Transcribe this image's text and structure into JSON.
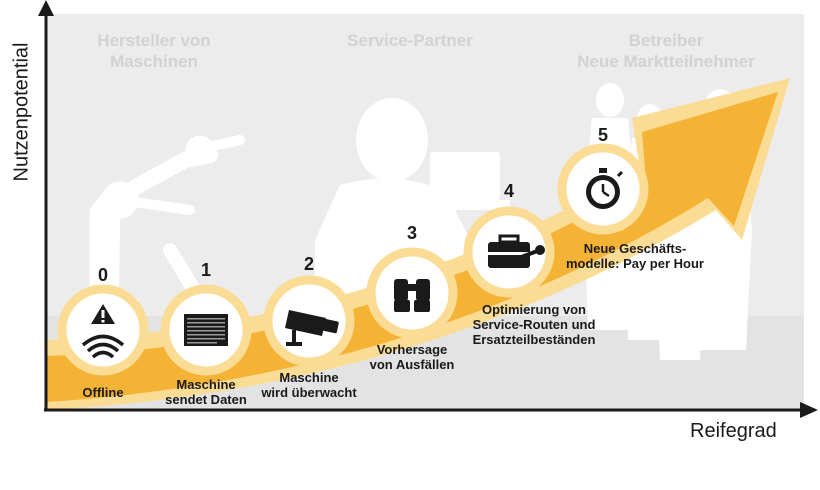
{
  "axes": {
    "x_label": "Reifegrad",
    "y_label": "Nutzenpotential"
  },
  "groups": [
    {
      "label": "Hersteller von\nMaschinen"
    },
    {
      "label": "Service-Partner"
    },
    {
      "label": "Betreiber\nNeue Marktteilnehmer"
    }
  ],
  "stages": [
    {
      "number": "0",
      "label": "Offline",
      "icon": "warning-wifi-icon"
    },
    {
      "number": "1",
      "label": "Maschine\nsendet Daten",
      "icon": "binary-data-icon"
    },
    {
      "number": "2",
      "label": "Maschine\nwird überwacht",
      "icon": "security-camera-icon"
    },
    {
      "number": "3",
      "label": "Vorhersage\nvon Ausfällen",
      "icon": "binoculars-icon"
    },
    {
      "number": "4",
      "label": "Optimierung von\nService-Routen und\nErsatzteilbeständen",
      "icon": "toolbox-icon"
    },
    {
      "number": "5",
      "label": "Neue Geschäfts-\nmodelle: Pay per Hour",
      "icon": "stopwatch-icon"
    }
  ],
  "colors": {
    "accent": "#f5b335",
    "accent_light": "#fbdc95",
    "panel": "#ececec",
    "silhouette": "#ffffff",
    "ink": "#1a1a1a"
  }
}
